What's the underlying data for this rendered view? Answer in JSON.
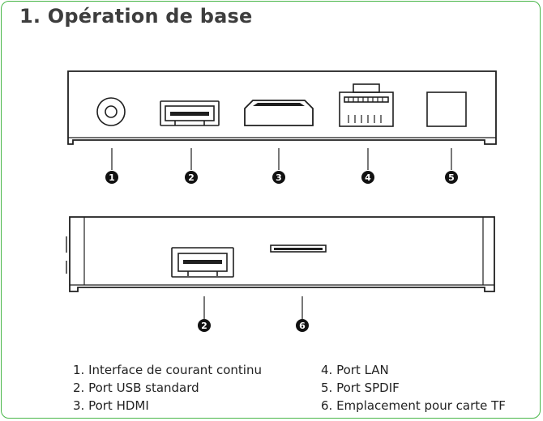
{
  "title": "1. Opération de base",
  "colors": {
    "border": "#48b648",
    "device": "#1f1f1f",
    "text": "#222222"
  },
  "callouts": {
    "front": [
      "1",
      "2",
      "3",
      "4",
      "5"
    ],
    "side": [
      "2",
      "6"
    ]
  },
  "legend": {
    "left": [
      "1. Interface de courant continu",
      "2. Port USB standard",
      "3. Port HDMI"
    ],
    "right": [
      "4. Port LAN",
      "5. Port SPDIF",
      "6. Emplacement pour carte TF"
    ]
  }
}
